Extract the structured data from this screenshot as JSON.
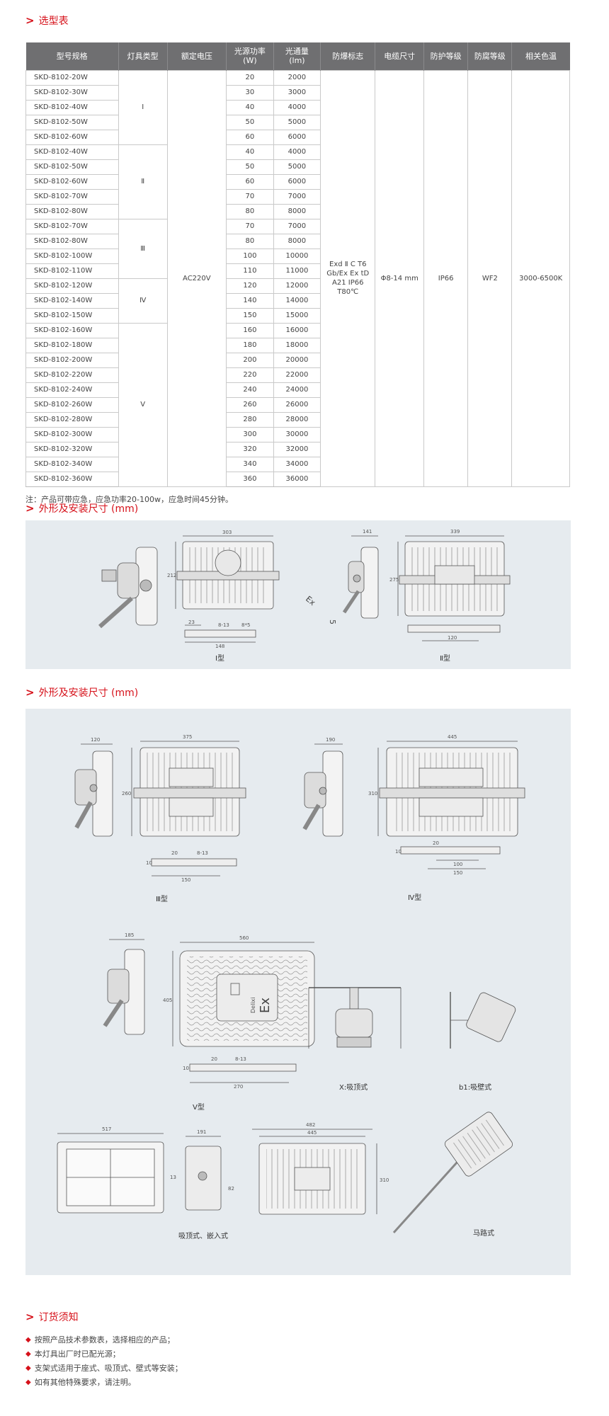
{
  "sections": {
    "selection_title": "选型表",
    "dims_title_1": "外形及安装尺寸 (mm)",
    "dims_title_2": "外形及安装尺寸 (mm)",
    "order_title": "订货须知"
  },
  "table": {
    "headers": [
      "型号规格",
      "灯具类型",
      "额定电压",
      "光源功率\n(W)",
      "光通量\n(lm)",
      "防爆标志",
      "电缆尺寸",
      "防护等级",
      "防腐等级",
      "相关色温"
    ],
    "rows": [
      [
        "SKD-8102-20W",
        "20",
        "2000"
      ],
      [
        "SKD-8102-30W",
        "30",
        "3000"
      ],
      [
        "SKD-8102-40W",
        "40",
        "4000"
      ],
      [
        "SKD-8102-50W",
        "50",
        "5000"
      ],
      [
        "SKD-8102-60W",
        "60",
        "6000"
      ],
      [
        "SKD-8102-40W",
        "40",
        "4000"
      ],
      [
        "SKD-8102-50W",
        "50",
        "5000"
      ],
      [
        "SKD-8102-60W",
        "60",
        "6000"
      ],
      [
        "SKD-8102-70W",
        "70",
        "7000"
      ],
      [
        "SKD-8102-80W",
        "80",
        "8000"
      ],
      [
        "SKD-8102-70W",
        "70",
        "7000"
      ],
      [
        "SKD-8102-80W",
        "80",
        "8000"
      ],
      [
        "SKD-8102-100W",
        "100",
        "10000"
      ],
      [
        "SKD-8102-110W",
        "110",
        "11000"
      ],
      [
        "SKD-8102-120W",
        "120",
        "12000"
      ],
      [
        "SKD-8102-140W",
        "140",
        "14000"
      ],
      [
        "SKD-8102-150W",
        "150",
        "15000"
      ],
      [
        "SKD-8102-160W",
        "160",
        "16000"
      ],
      [
        "SKD-8102-180W",
        "180",
        "18000"
      ],
      [
        "SKD-8102-200W",
        "200",
        "20000"
      ],
      [
        "SKD-8102-220W",
        "220",
        "22000"
      ],
      [
        "SKD-8102-240W",
        "240",
        "24000"
      ],
      [
        "SKD-8102-260W",
        "260",
        "26000"
      ],
      [
        "SKD-8102-280W",
        "280",
        "28000"
      ],
      [
        "SKD-8102-300W",
        "300",
        "30000"
      ],
      [
        "SKD-8102-320W",
        "320",
        "32000"
      ],
      [
        "SKD-8102-340W",
        "340",
        "34000"
      ],
      [
        "SKD-8102-360W",
        "360",
        "36000"
      ]
    ],
    "types": [
      {
        "label": "Ⅰ",
        "span": 5
      },
      {
        "label": "Ⅱ",
        "span": 5
      },
      {
        "label": "Ⅲ",
        "span": 4
      },
      {
        "label": "Ⅳ",
        "span": 3
      },
      {
        "label": "Ⅴ",
        "span": 11
      }
    ],
    "voltage": "AC220V",
    "ex_mark": "Exd Ⅱ C T6 Gb/Ex Ex tD A21 IP66 T80℃",
    "cable": "Φ8-14 mm",
    "ip": "IP66",
    "corrosion": "WF2",
    "cct": "3000-6500K"
  },
  "note": "注：产品可带应急，应急功率20-100w，应急时间45分钟。",
  "diagrams1": {
    "type1": {
      "caption": "Ⅰ型",
      "w": "303",
      "h": "212",
      "d1": "23",
      "d2": "148",
      "d3": "8-13",
      "d4": "8*5"
    },
    "type2": {
      "caption": "Ⅱ型",
      "d": "141",
      "w": "339",
      "h": "275",
      "b": "120"
    },
    "ex_label": "Ex",
    "num_label": "5"
  },
  "diagrams2": {
    "type3": {
      "caption": "Ⅲ型",
      "d": "120",
      "w": "375",
      "h": "260",
      "a": "20",
      "b": "150",
      "c": "8-13",
      "e": "10"
    },
    "type4": {
      "caption": "Ⅳ型",
      "d": "190",
      "w": "445",
      "h": "310",
      "a": "20",
      "b": "100",
      "c": "150",
      "e": "10"
    },
    "type5": {
      "caption": "Ⅴ型",
      "d": "185",
      "w": "560",
      "h": "405",
      "a": "20",
      "b": "270",
      "c": "8-13",
      "e": "10"
    },
    "ceiling": {
      "caption": "X:吸顶式"
    },
    "wall": {
      "caption": "b1:吸壁式"
    },
    "embed": {
      "caption": "吸顶式、嵌入式",
      "w1": "517",
      "w2": "191",
      "n1": "13",
      "n2": "82",
      "w3": "482",
      "w4": "445",
      "h": "310"
    },
    "road": {
      "caption": "马路式"
    },
    "ex_label": "Ex",
    "brand": "Delixi"
  },
  "order": [
    "按照产品技术参数表，选择相应的产品；",
    "本灯具出厂时已配光源；",
    "支架式适用于座式、吸顶式、壁式等安装；",
    "如有其他特殊要求，请注明。"
  ],
  "colors": {
    "accent": "#d6111a",
    "header": "#6f6f71",
    "panel": "#e6ebef"
  }
}
